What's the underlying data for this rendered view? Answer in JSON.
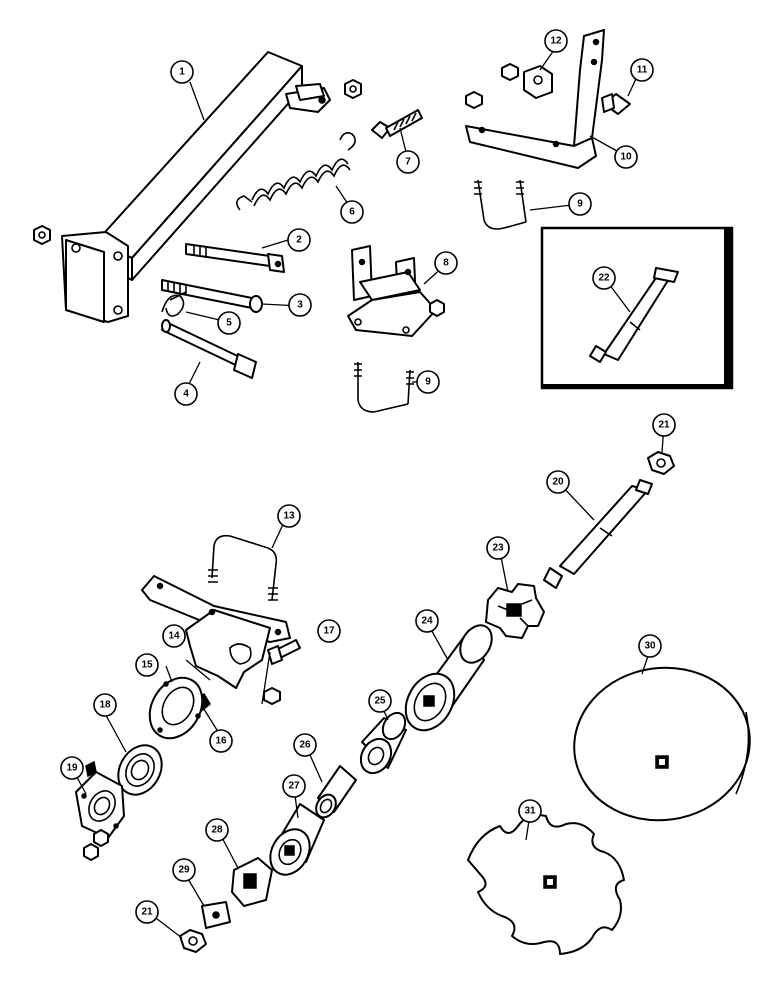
{
  "callouts": {
    "c1": "1",
    "c2": "2",
    "c3": "3",
    "c4": "4",
    "c5": "5",
    "c6": "6",
    "c7": "7",
    "c8": "8",
    "c9a": "9",
    "c9b": "9",
    "c10": "10",
    "c11": "11",
    "c12": "12",
    "c13": "13",
    "c14": "14",
    "c15": "15",
    "c16": "16",
    "c17": "17",
    "c18": "18",
    "c19": "19",
    "c20": "20",
    "c21a": "21",
    "c21b": "21",
    "c22": "22",
    "c23": "23",
    "c24": "24",
    "c25": "25",
    "c26": "26",
    "c27": "27",
    "c28": "28",
    "c29": "29",
    "c30": "30",
    "c31": "31"
  }
}
